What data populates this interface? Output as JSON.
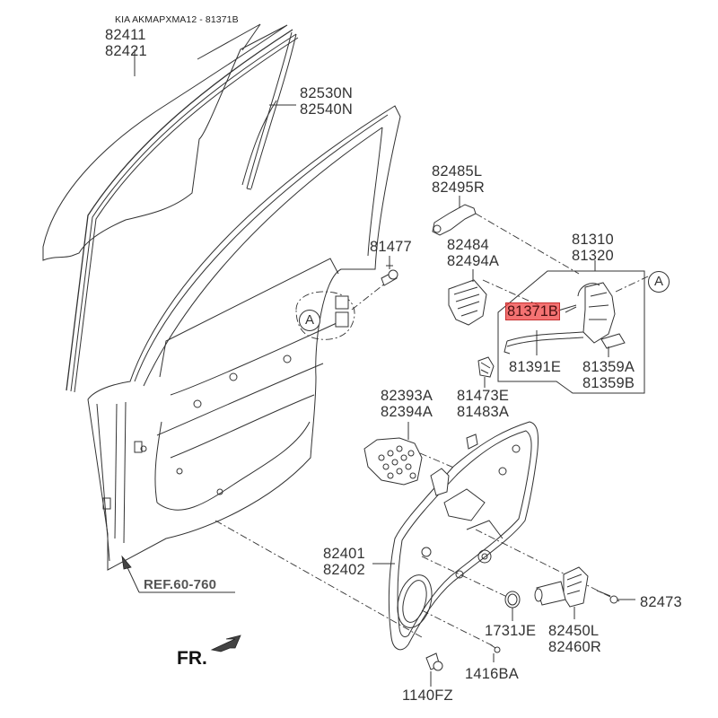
{
  "header": {
    "title": "KIA AKMAPXMA12 - 81371B"
  },
  "highlight_color": "#f03c3c",
  "callouts": {
    "window_glass": [
      "82411",
      "82421"
    ],
    "glass_run": [
      "82530N",
      "82540N"
    ],
    "screw_81477": [
      "81477"
    ],
    "bracket_82485": [
      "82485L",
      "82495R"
    ],
    "handle_bracket": [
      "82484",
      "82494A"
    ],
    "latch_assembly": [
      "81310",
      "81320"
    ],
    "cable_highlighted": "81371B",
    "cable_81391": [
      "81391E"
    ],
    "actuator_81359": [
      "81359A",
      "81359B"
    ],
    "pad_82393": [
      "82393A",
      "82394A"
    ],
    "striker_81473": [
      "81473E",
      "81483A"
    ],
    "module_panel": [
      "82401",
      "82402"
    ],
    "bolt_82473": [
      "82473"
    ],
    "plug_1731": [
      "1731JE"
    ],
    "regulator_motor": [
      "82450L",
      "82460R"
    ],
    "clip_1416": [
      "1416BA"
    ],
    "bolt_1140": [
      "1140FZ"
    ]
  },
  "detail_marker": "A",
  "reference": "REF.60-760",
  "front_indicator": "FR."
}
